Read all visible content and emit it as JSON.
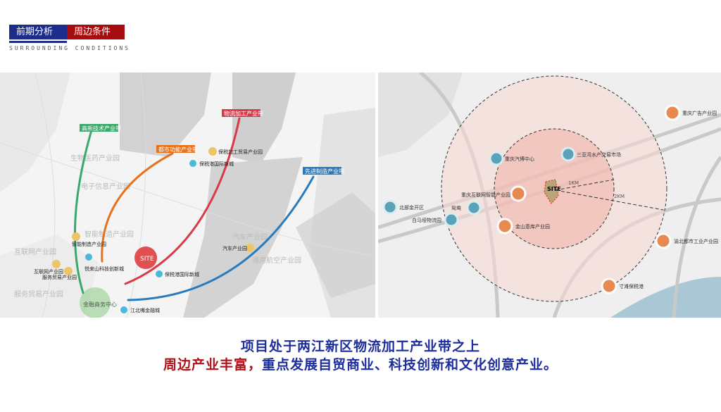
{
  "header": {
    "tabs": [
      {
        "label": "前期分析",
        "color": "#1d2d8c"
      },
      {
        "label": "周边条件",
        "color": "#a70d10"
      }
    ],
    "subtitle": "SURROUNDING CONDITIONS"
  },
  "left_map": {
    "belts": [
      {
        "label": "高新技术产业带",
        "color": "#3aa86a"
      },
      {
        "label": "都市功能产业带",
        "color": "#e8721c"
      },
      {
        "label": "物流加工产业带",
        "color": "#d83a4a"
      },
      {
        "label": "先进制造产业带",
        "color": "#2a7bbd"
      }
    ],
    "site_label": "SITE",
    "center_label": "金融商务中心",
    "parks": [
      "保税加工贸易产业园",
      "保税港国际新城",
      "智能制造产业园",
      "互联网产业园",
      "服务贸易产业园",
      "悦来山科技创新城",
      "保税港国际新城",
      "汽车产业园",
      "江北嘴金融城"
    ],
    "background_labels": [
      "生物医药产业园",
      "电子信息产业园",
      "通用航空产业园",
      "智能制造产业园",
      "互联网产业园",
      "服务贸易产业园",
      "汽车产业园"
    ]
  },
  "right_map": {
    "site_label": "SITE",
    "rings": [
      "1KM",
      "2KM"
    ],
    "pois": [
      {
        "label": "重庆汽博中心",
        "type": "blue"
      },
      {
        "label": "三亚湾水产交易市场",
        "type": "blue"
      },
      {
        "label": "重庆互联网智能产业园",
        "type": "orange"
      },
      {
        "label": "北部金开区",
        "type": "blue"
      },
      {
        "label": "鸳鸯",
        "type": "blue"
      },
      {
        "label": "白马垭物流园",
        "type": "blue"
      },
      {
        "label": "金山意库产业园",
        "type": "orange"
      },
      {
        "label": "重庆广告产业园",
        "type": "orange"
      },
      {
        "label": "渝北都市工业产业园",
        "type": "orange"
      },
      {
        "label": "寸滩保税港",
        "type": "orange"
      }
    ]
  },
  "caption": {
    "line1": "项目处于两江新区物流加工产业带之上",
    "line2_red": "周边产业丰富，",
    "line2_blue": "重点发展自贸商业、科技创新和文化创意产业。"
  }
}
